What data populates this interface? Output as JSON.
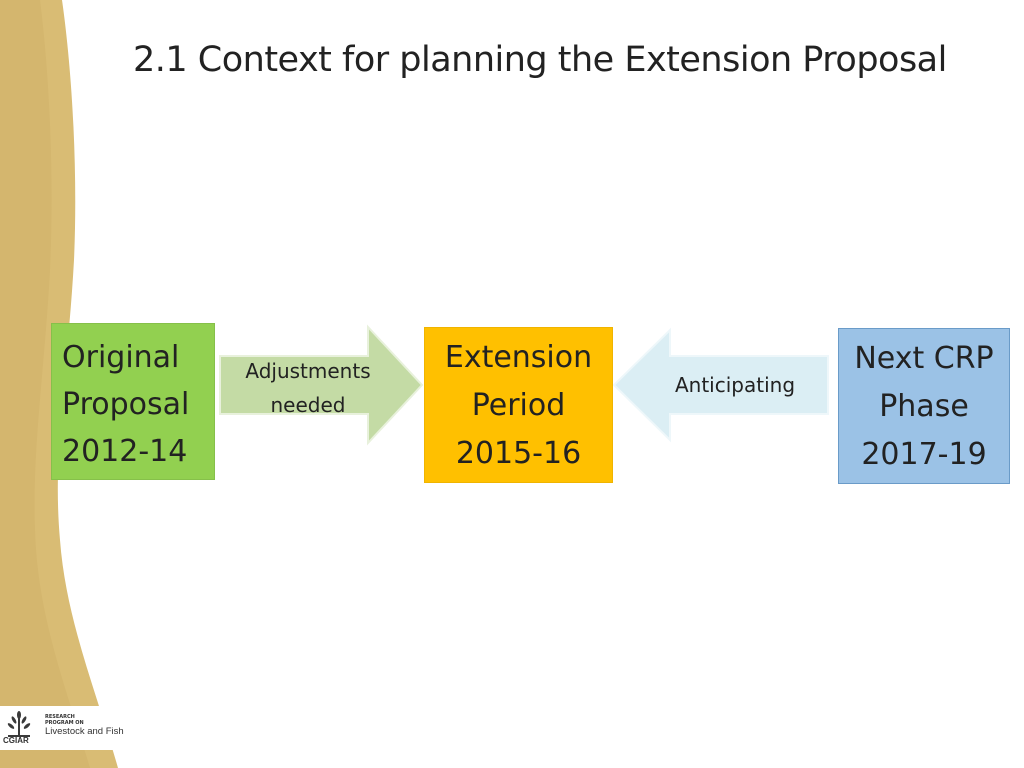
{
  "slide": {
    "title": "2.1 Context for planning the Extension Proposal"
  },
  "boxes": {
    "original": {
      "lines": [
        "Original",
        "Proposal",
        "2012-14"
      ],
      "color": "#92d050"
    },
    "extension": {
      "lines": [
        "Extension",
        "Period",
        "2015-16"
      ],
      "color": "#ffc000"
    },
    "next": {
      "lines": [
        "Next CRP",
        "Phase",
        "2017-19"
      ],
      "color": "#9bc2e6"
    }
  },
  "arrows": {
    "adjustments": {
      "lines": [
        "Adjustments",
        "needed"
      ],
      "color": "#c4dba5"
    },
    "anticipating": {
      "label": "Anticipating",
      "color": "#dbeef4"
    }
  },
  "logo": {
    "line1": "RESEARCH",
    "line2": "PROGRAM ON",
    "line3": "Livestock and Fish",
    "org": "CGIAR"
  },
  "colors": {
    "sidebar": "#d9bc74",
    "sidebar_edge": "#c9a85c"
  }
}
